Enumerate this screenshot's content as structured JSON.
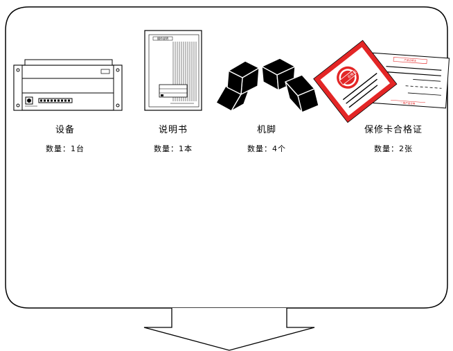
{
  "items": [
    {
      "name": "设备",
      "quantity": "数量：1台"
    },
    {
      "name": "说明书",
      "quantity": "数量：1本"
    },
    {
      "name": "机脚",
      "quantity": "数量：4个"
    },
    {
      "name": "保修卡合格证",
      "quantity": "数量：2张"
    }
  ],
  "manual": {
    "cover_title": "操作说明"
  },
  "warranty_card": {
    "seal_top": "合格证",
    "stripe_text": "产品合格证",
    "footer_text": "一般产品合格"
  },
  "colors": {
    "stroke": "#000000",
    "card_red": "#e32626",
    "background": "#ffffff"
  }
}
